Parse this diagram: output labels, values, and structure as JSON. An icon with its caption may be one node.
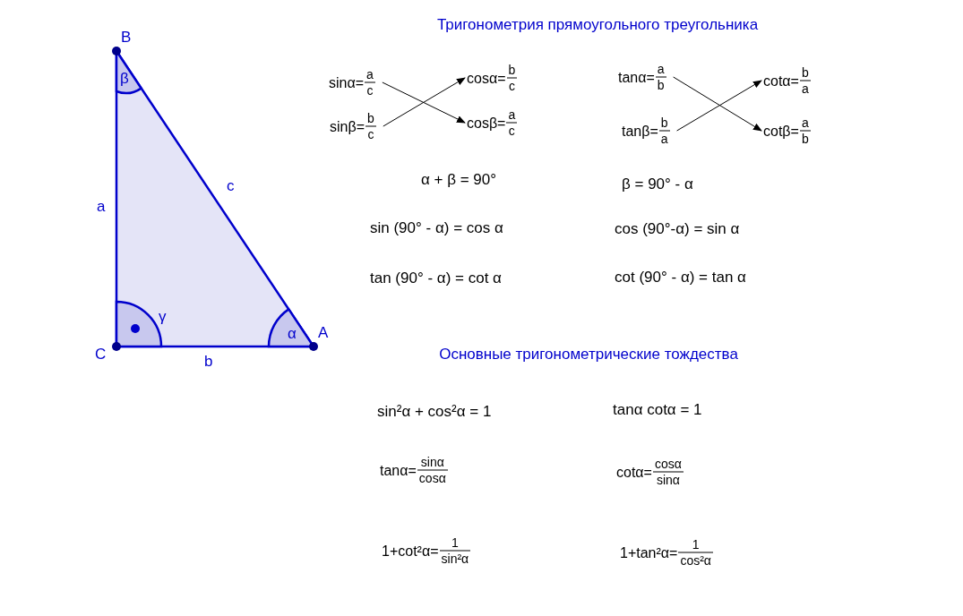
{
  "diagram": {
    "title": "Тригонометрия прямоугольного треугольника",
    "nodes": [
      {
        "text": [
          "sinα=",
          "a",
          "c"
        ]
      },
      {
        "text": [
          "cosα=",
          "b",
          "c"
        ]
      },
      {
        "text": [
          "sinβ=",
          "b",
          "c"
        ]
      },
      {
        "text": [
          "cosβ=",
          "a",
          "c"
        ]
      },
      {
        "text": [
          "tanα=",
          "a",
          "b"
        ]
      },
      {
        "text": [
          "cotα=",
          "b",
          "a"
        ]
      },
      {
        "text": [
          "tanβ=",
          "b",
          "a"
        ]
      },
      {
        "text": [
          "cotβ=",
          "a",
          "b"
        ]
      }
    ],
    "edges": [
      {
        "from": 0,
        "to": 3,
        "arrow": "to"
      },
      {
        "from": 2,
        "to": 1,
        "arrow": "to"
      },
      {
        "from": 4,
        "to": 7,
        "arrow": "to"
      },
      {
        "from": 6,
        "to": 5,
        "arrow": "to"
      }
    ],
    "labels": [
      "B",
      "β",
      "c",
      "a",
      "γ",
      "α",
      "A",
      "C",
      "b",
      "α + β = 90°",
      "β = 90° - α",
      "sin (90° - α) = cos α",
      "cos (90°-α) = sin α",
      "tan (90° - α) = cot α",
      "cot (90° - α) = tan α",
      "Основные тригонометрические тождества",
      "sin²α + cos²α = 1",
      "tanα cotα = 1",
      "tanα=",
      "sinα",
      "cosα",
      "cotα=",
      "cosα",
      "sinα",
      "1+cot²α=",
      "1",
      "sin²α",
      "1+tan²α=",
      "1",
      "cos²α"
    ]
  }
}
